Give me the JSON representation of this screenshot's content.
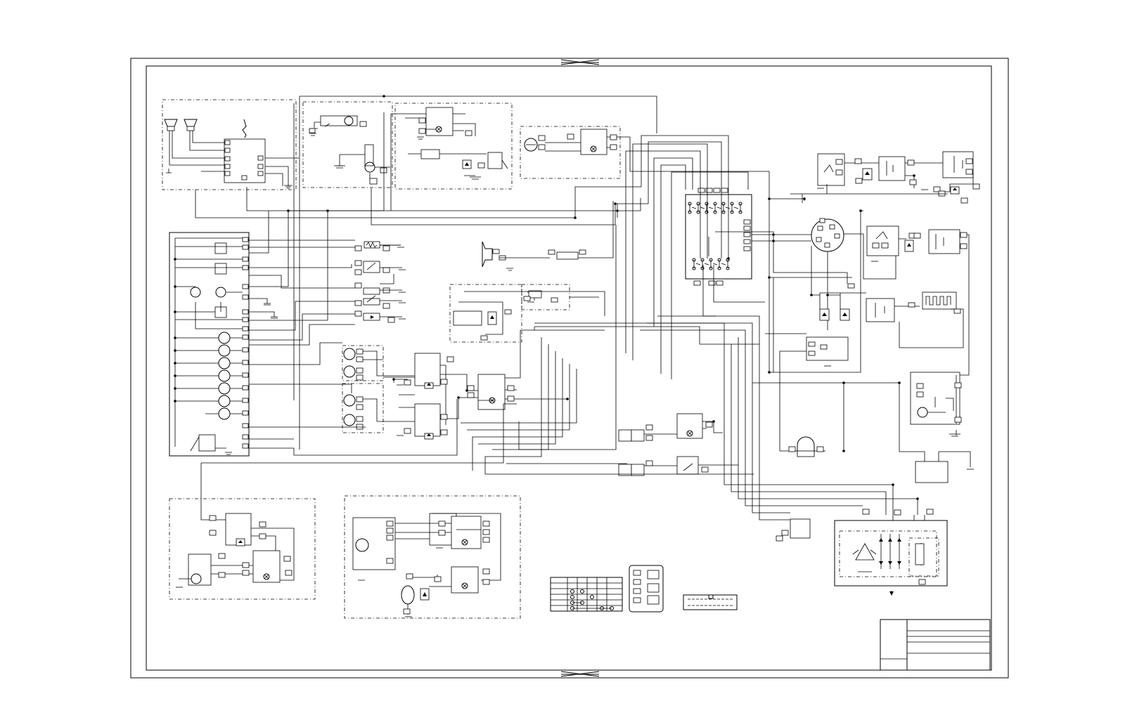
{
  "drawing": {
    "kind": "vehicle electrical wiring schematic",
    "visible_text": [],
    "colors": {
      "line": "#000000",
      "background": "#ffffff"
    }
  },
  "title_block": {
    "rows": 5,
    "columns": 2,
    "text": []
  },
  "legend_table": {
    "rows": 6,
    "columns": 6,
    "text": []
  },
  "connector_view": {
    "text": []
  }
}
